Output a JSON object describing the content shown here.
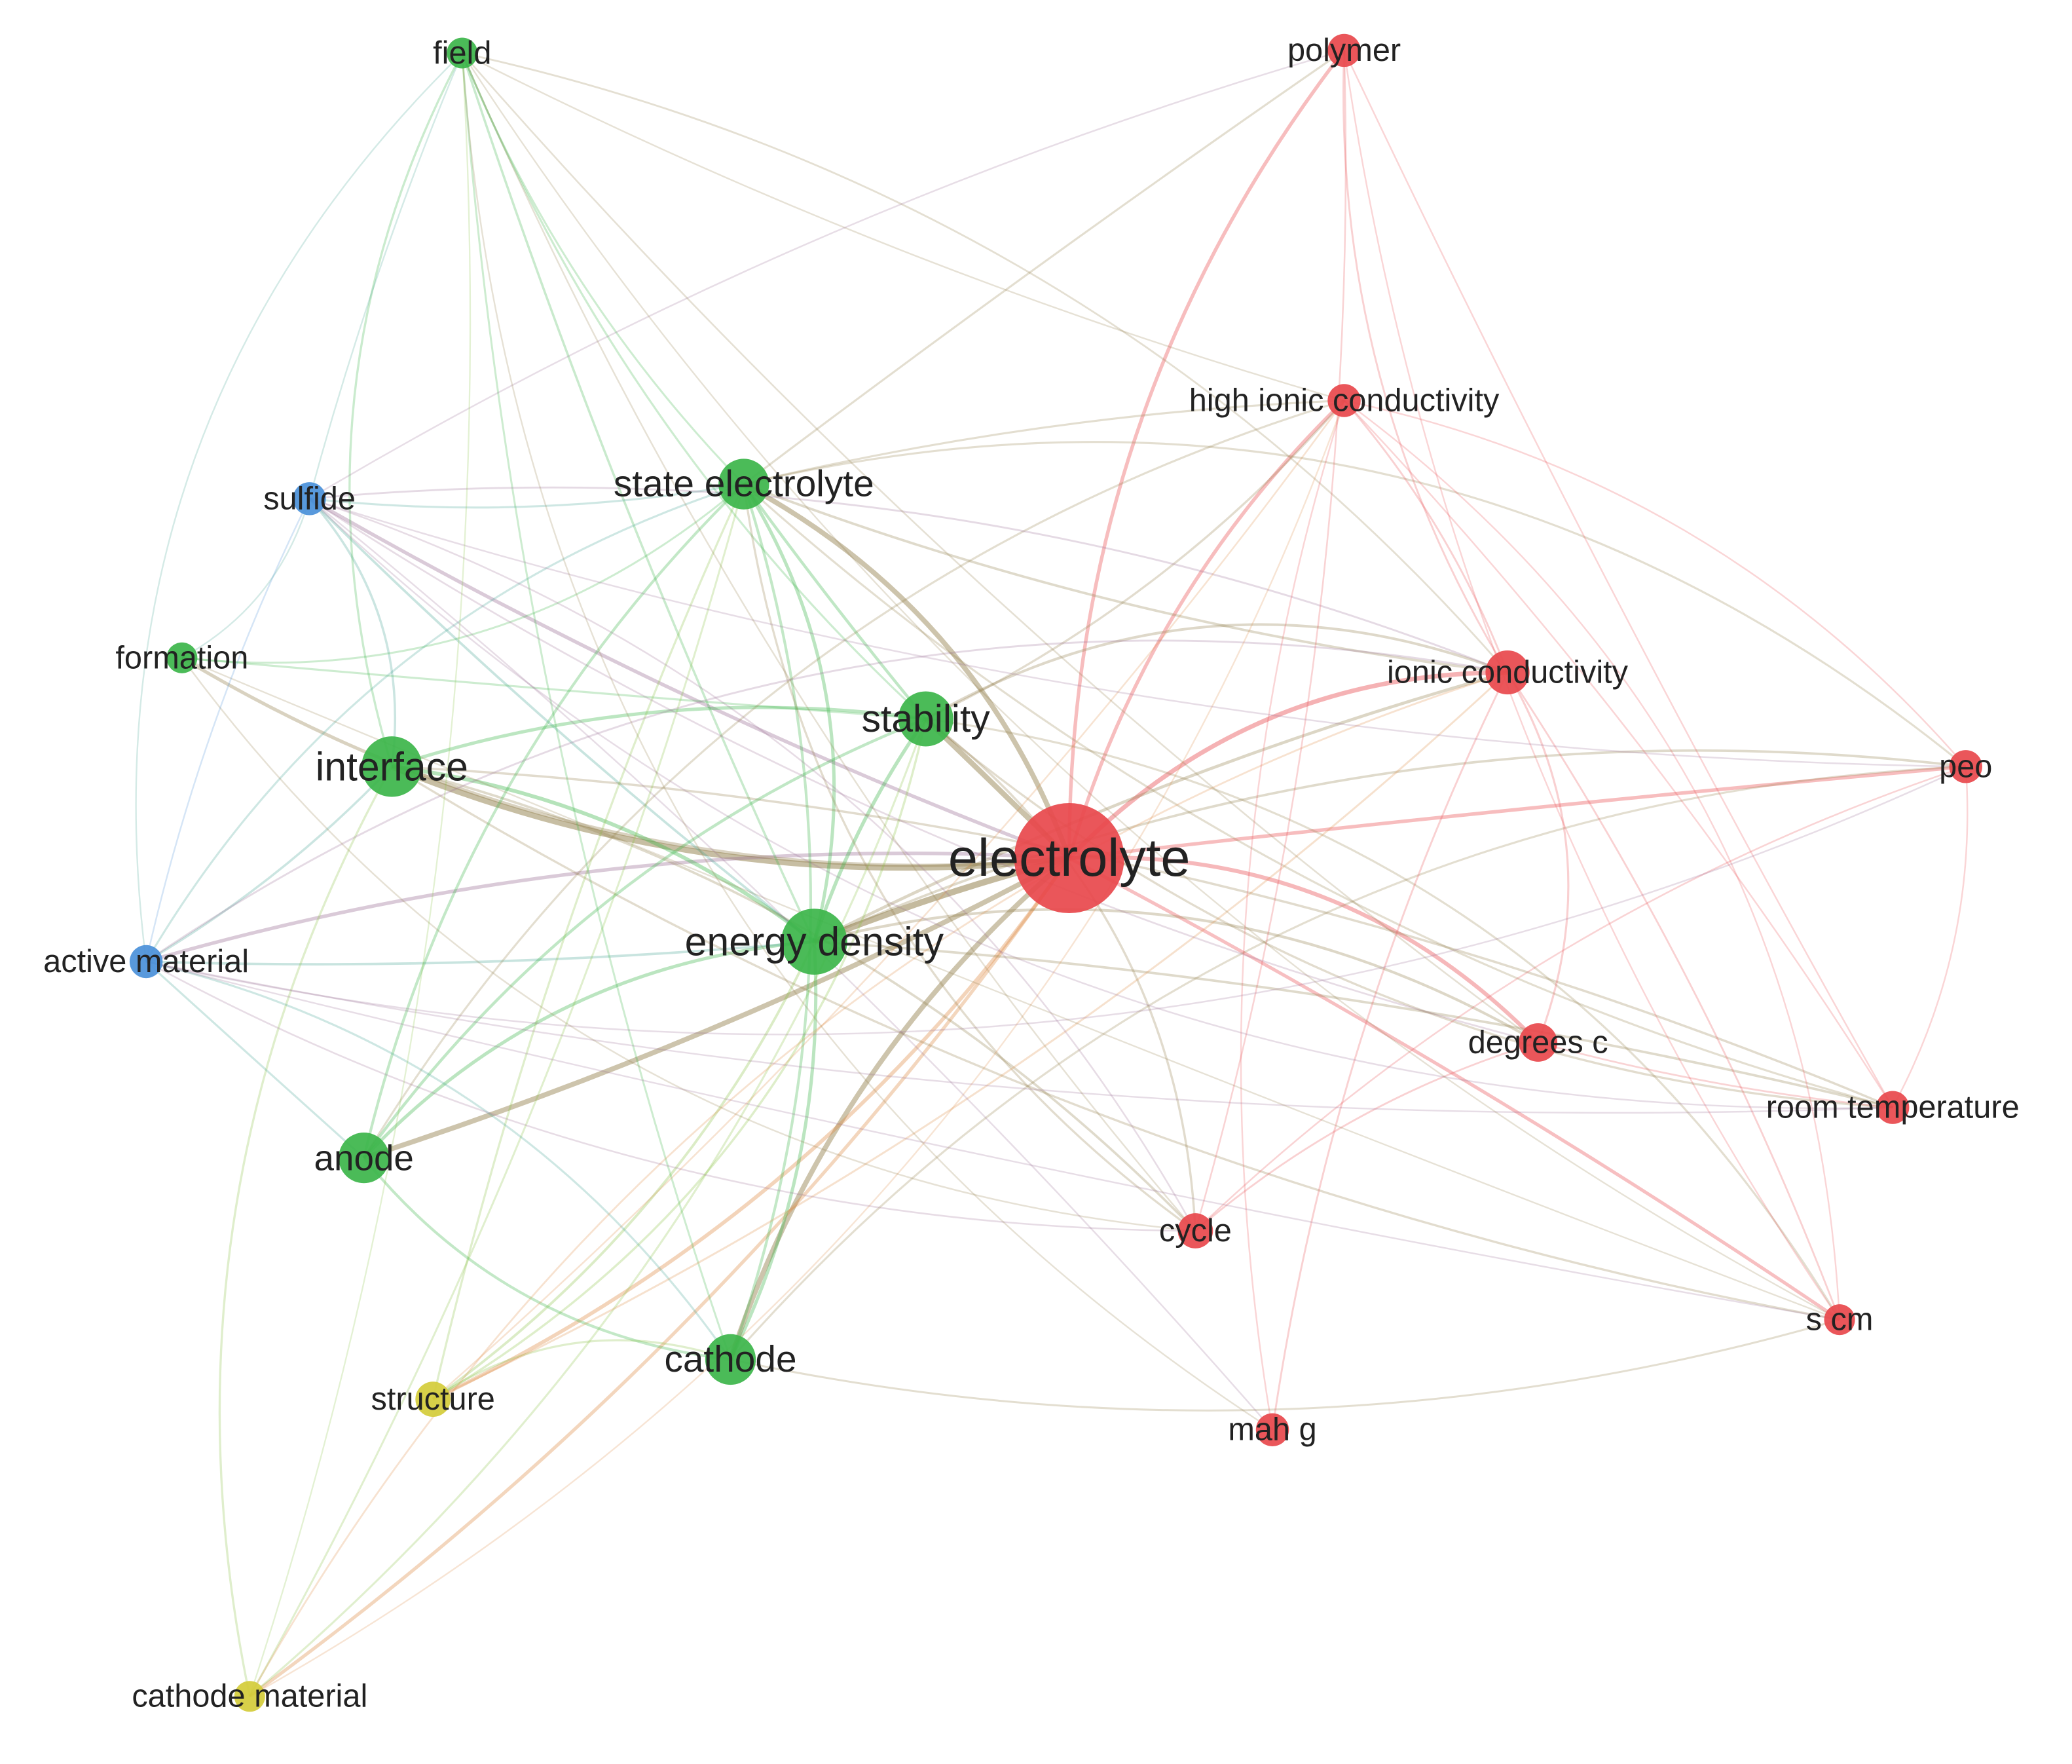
{
  "colors": {
    "red": "#e8484c",
    "green": "#3cb54a",
    "blue": "#4a90d9",
    "yellow": "#d4cc3a",
    "label": "#222222"
  },
  "nodes": [
    {
      "id": "electrolyte",
      "label": "electrolyte",
      "cluster": "red",
      "weight": 10
    },
    {
      "id": "energy-density",
      "label": "energy density",
      "cluster": "green",
      "weight": 6
    },
    {
      "id": "interface",
      "label": "interface",
      "cluster": "green",
      "weight": 5.5
    },
    {
      "id": "stability",
      "label": "stability",
      "cluster": "green",
      "weight": 5
    },
    {
      "id": "state-electrolyte",
      "label": "state electrolyte",
      "cluster": "green",
      "weight": 4.6
    },
    {
      "id": "anode",
      "label": "anode",
      "cluster": "green",
      "weight": 4.6
    },
    {
      "id": "cathode",
      "label": "cathode",
      "cluster": "green",
      "weight": 4.6
    },
    {
      "id": "ionic-conductivity",
      "label": "ionic conductivity",
      "cluster": "red",
      "weight": 4
    },
    {
      "id": "high-ionic-conductivity",
      "label": "high ionic conductivity",
      "cluster": "red",
      "weight": 3
    },
    {
      "id": "polymer",
      "label": "polymer",
      "cluster": "red",
      "weight": 3
    },
    {
      "id": "peo",
      "label": "peo",
      "cluster": "red",
      "weight": 3
    },
    {
      "id": "degrees-c",
      "label": "degrees c",
      "cluster": "red",
      "weight": 3.5
    },
    {
      "id": "room-temperature",
      "label": "room temperature",
      "cluster": "red",
      "weight": 3
    },
    {
      "id": "cycle",
      "label": "cycle",
      "cluster": "red",
      "weight": 3.2
    },
    {
      "id": "s-cm",
      "label": "s cm",
      "cluster": "red",
      "weight": 2.8
    },
    {
      "id": "mah-g",
      "label": "mah g",
      "cluster": "red",
      "weight": 3
    },
    {
      "id": "sulfide",
      "label": "sulfide",
      "cluster": "blue",
      "weight": 3
    },
    {
      "id": "active-material",
      "label": "active material",
      "cluster": "blue",
      "weight": 3
    },
    {
      "id": "formation",
      "label": "formation",
      "cluster": "green",
      "weight": 2.8
    },
    {
      "id": "field",
      "label": "field",
      "cluster": "green",
      "weight": 2.8
    },
    {
      "id": "structure",
      "label": "structure",
      "cluster": "yellow",
      "weight": 3.2
    },
    {
      "id": "cathode-material",
      "label": "cathode material",
      "cluster": "yellow",
      "weight": 2.8
    }
  ]
}
